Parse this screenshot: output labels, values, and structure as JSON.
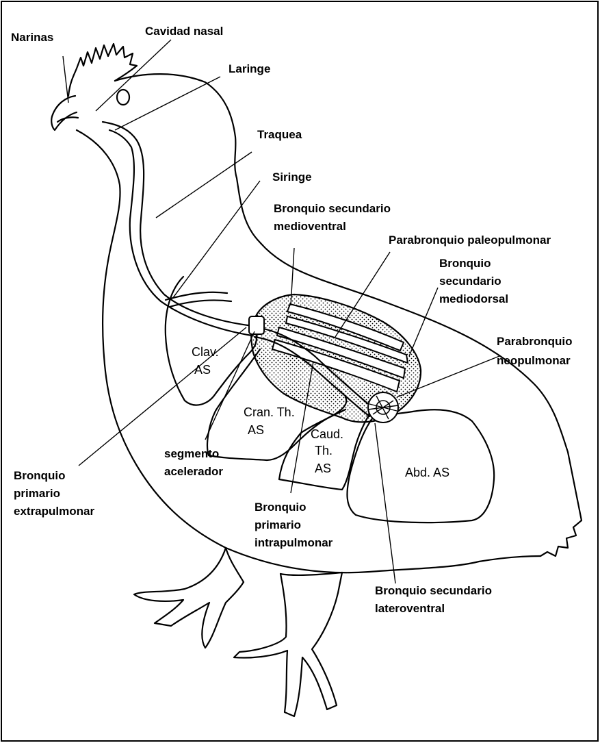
{
  "labels": {
    "narinas": "Narinas",
    "cavidad_nasal": "Cavidad nasal",
    "laringe": "Laringe",
    "traquea": "Traquea",
    "siringe": "Siringe",
    "bronquio_sec_medioventral_1": "Bronquio secundario",
    "bronquio_sec_medioventral_2": "medioventral",
    "parabronquio_paleopulmonar": "Parabronquio paleopulmonar",
    "bronquio_sec_mediodorsal_1": "Bronquio",
    "bronquio_sec_mediodorsal_2": "secundario",
    "bronquio_sec_mediodorsal_3": "mediodorsal",
    "parabronquio_neopulmonar_1": "Parabronquio",
    "parabronquio_neopulmonar_2": "neopulmonar",
    "segmento_acelerador_1": "segmento",
    "segmento_acelerador_2": "acelerador",
    "bronquio_prim_extra_1": "Bronquio",
    "bronquio_prim_extra_2": "primario",
    "bronquio_prim_extra_3": "extrapulmonar",
    "bronquio_prim_intra_1": "Bronquio",
    "bronquio_prim_intra_2": "primario",
    "bronquio_prim_intra_3": "intrapulmonar",
    "bronquio_sec_lateroventral_1": "Bronquio secundario",
    "bronquio_sec_lateroventral_2": "lateroventral"
  },
  "air_sacs": {
    "clav_1": "Clav.",
    "clav_2": "AS",
    "cran_1": "Cran. Th.",
    "cran_2": "AS",
    "caud_1": "Caud.",
    "caud_2": "Th.",
    "caud_3": "AS",
    "abd": "Abd. AS"
  }
}
